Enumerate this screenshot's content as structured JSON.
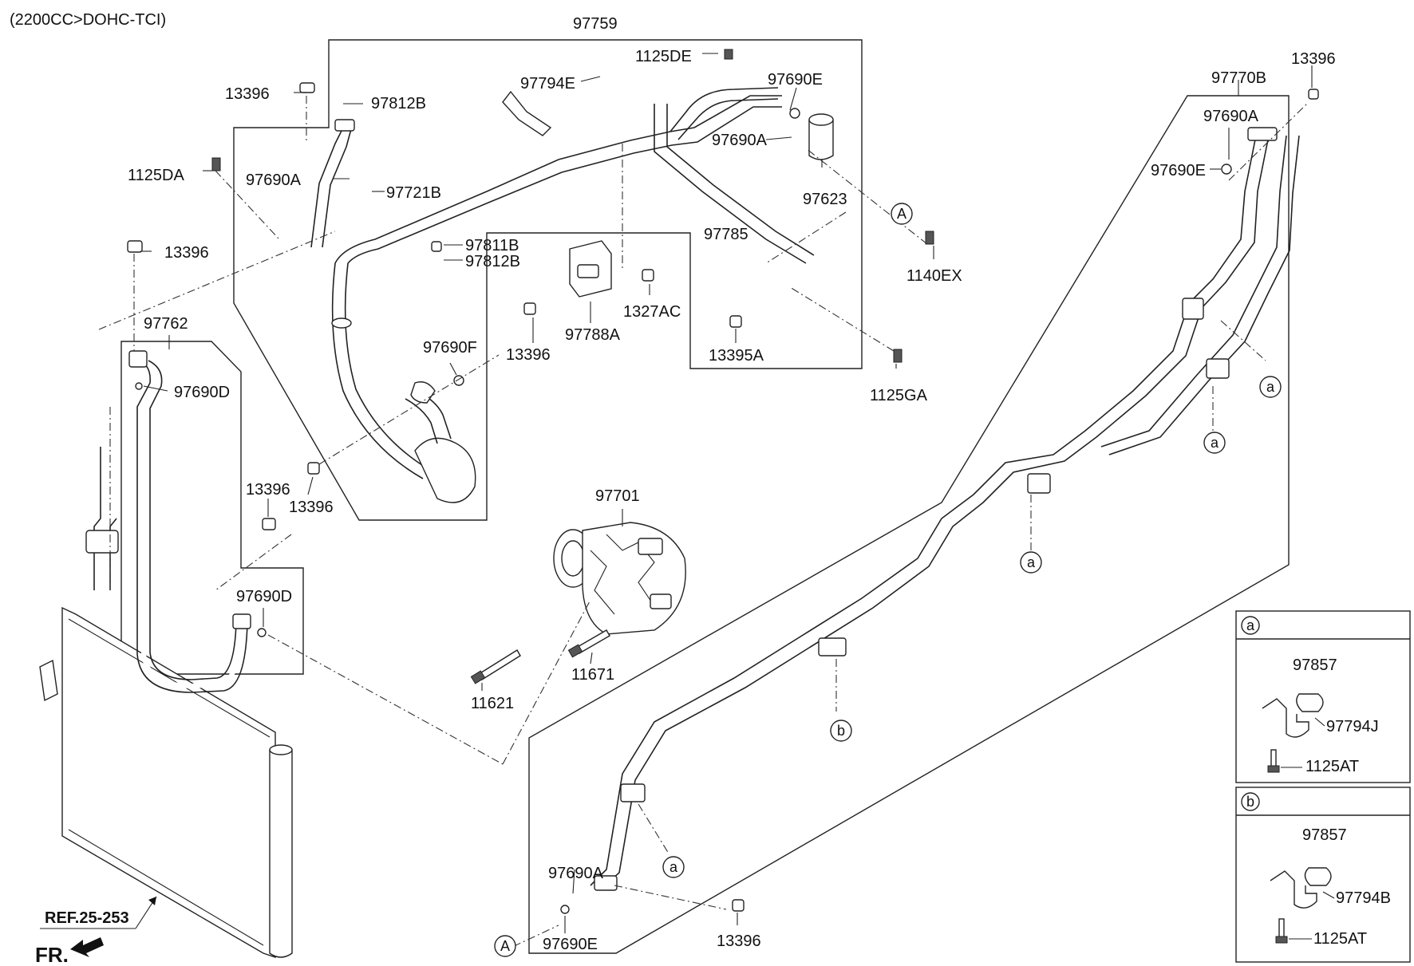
{
  "header": {
    "engine_spec": "(2200CC>DOHC-TCI)"
  },
  "footer": {
    "reference": "REF.25-253",
    "front_indicator": "FR."
  },
  "parts": {
    "p97759": "97759",
    "p1125DE": "1125DE",
    "p97794E": "97794E",
    "p97690E_top": "97690E",
    "p13396_topleft": "13396",
    "p97812B_top": "97812B",
    "p1125DA": "1125DA",
    "p97690A_top": "97690A",
    "p97721B": "97721B",
    "p97690A_mid": "97690A",
    "p97623": "97623",
    "p97785": "97785",
    "p1140EX": "1140EX",
    "p97811B": "97811B",
    "p97812B_mid": "97812B",
    "p13396_left": "13396",
    "p1327AC": "1327AC",
    "p97788A": "97788A",
    "p13396_center": "13396",
    "p13395A": "13395A",
    "p1125GA": "1125GA",
    "p97762": "97762",
    "p97690F": "97690F",
    "p97690D_top": "97690D",
    "p13396_lower1": "13396",
    "p13396_lower2": "13396",
    "p97701": "97701",
    "p97690D_low": "97690D",
    "p11621": "11621",
    "p11671": "11671",
    "p97770B": "97770B",
    "p13396_right": "13396",
    "p97690A_right": "97690A",
    "p97690E_right": "97690E",
    "p97690A_bottom": "97690A",
    "p97690E_bottom": "97690E",
    "p13396_bottom": "13396"
  },
  "callouts": {
    "a": "a",
    "b": "b",
    "A": "A"
  },
  "detail_a": {
    "tag": "a",
    "p97857": "97857",
    "p97794J": "97794J",
    "p1125AT": "1125AT"
  },
  "detail_b": {
    "tag": "b",
    "p97857": "97857",
    "p97794B": "97794B",
    "p1125AT": "1125AT"
  }
}
